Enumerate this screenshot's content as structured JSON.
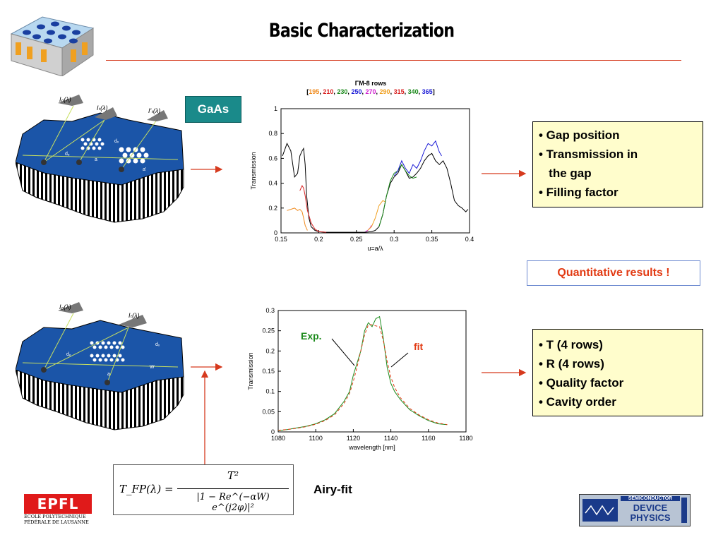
{
  "title": "Basic Characterization",
  "gaas_label": "GaAs",
  "top_schematic": {
    "labels": [
      "I₀(λ)",
      "Iₜ(λ)",
      "I'ₜ(λ)",
      "dₓ",
      "dₑ",
      "a",
      "a'"
    ]
  },
  "bottom_schematic": {
    "labels": [
      "I₀(λ)",
      "Iₜ(λ)",
      "dₓ",
      "dₑ",
      "a",
      "W"
    ]
  },
  "results_box_1": [
    "• Gap position",
    "• Transmission in",
    "   the gap",
    "• Filling factor"
  ],
  "results_box_2": [
    "• T (4 rows)",
    "• R (4 rows)",
    "• Quality factor",
    "• Cavity order"
  ],
  "quantitative_label": "Quantitative results !",
  "formula": {
    "lhs": "T_FP(λ) =",
    "numerator": "T²",
    "denominator": "|1 − Re^(−αW) e^(j2φ)|²"
  },
  "airy_label": "Airy-fit",
  "logos": {
    "left_lines": [
      "ÉCOLE POLYTECHNIQUE",
      "FÉDÉRALE DE LAUSANNE"
    ],
    "left_mark": "EPFL",
    "right_lines": [
      "SEMICONDUCTOR",
      "DEVICE",
      "PHYSICS"
    ]
  },
  "colors": {
    "accent_red": "#d63a1e",
    "gaas_teal": "#1a8a8a",
    "box_yellow": "#fffdcc",
    "quant_red": "#e23b14"
  },
  "chart_data": [
    {
      "type": "line",
      "title": "ΓM-8 rows",
      "subtitle_items": [
        {
          "text": "195",
          "color": "#f08a1c"
        },
        {
          "text": "210",
          "color": "#d82020"
        },
        {
          "text": "230",
          "color": "#1b8a1b"
        },
        {
          "text": "250",
          "color": "#1a1ad6"
        },
        {
          "text": "270",
          "color": "#d020d0"
        },
        {
          "text": "290",
          "color": "#f0a020"
        },
        {
          "text": "315",
          "color": "#d82020"
        },
        {
          "text": "340",
          "color": "#1b8a1b"
        },
        {
          "text": "365",
          "color": "#1a1ad6"
        }
      ],
      "xlabel": "u=a/λ",
      "ylabel": "Transmission",
      "xlim": [
        0.15,
        0.4
      ],
      "ylim": [
        0,
        1
      ],
      "xticks": [
        "0.15",
        "0.2",
        "0.25",
        "0.3",
        "0.35",
        "0.4"
      ],
      "yticks": [
        "0",
        "0.2",
        "0.4",
        "0.6",
        "0.8",
        "1"
      ],
      "series": [
        {
          "color": "#000000",
          "x": [
            0.152,
            0.158,
            0.163,
            0.168,
            0.172,
            0.175,
            0.178,
            0.18,
            0.182,
            0.184,
            0.187,
            0.19,
            0.195,
            0.2,
            0.21,
            0.22,
            0.23,
            0.24,
            0.25,
            0.26,
            0.27,
            0.275,
            0.28,
            0.285,
            0.29,
            0.295,
            0.3,
            0.305,
            0.31,
            0.315,
            0.32,
            0.325,
            0.33,
            0.335,
            0.34,
            0.345,
            0.35,
            0.355,
            0.36,
            0.365,
            0.37,
            0.375,
            0.38,
            0.385,
            0.39,
            0.395,
            0.398
          ],
          "y": [
            0.62,
            0.72,
            0.66,
            0.45,
            0.48,
            0.62,
            0.66,
            0.68,
            0.55,
            0.3,
            0.12,
            0.05,
            0.02,
            0.01,
            0.005,
            0.005,
            0.005,
            0.005,
            0.005,
            0.005,
            0.01,
            0.02,
            0.05,
            0.15,
            0.3,
            0.4,
            0.45,
            0.48,
            0.55,
            0.5,
            0.44,
            0.45,
            0.48,
            0.52,
            0.58,
            0.62,
            0.64,
            0.58,
            0.55,
            0.58,
            0.52,
            0.4,
            0.26,
            0.22,
            0.2,
            0.17,
            0.19
          ]
        },
        {
          "color": "#d82020",
          "x": [
            0.175,
            0.178,
            0.18,
            0.182,
            0.185,
            0.19,
            0.195,
            0.2,
            0.21
          ],
          "y": [
            0.34,
            0.38,
            0.36,
            0.3,
            0.18,
            0.08,
            0.03,
            0.01,
            0.005
          ]
        },
        {
          "color": "#f08a1c",
          "x": [
            0.158,
            0.163,
            0.168,
            0.172,
            0.175,
            0.178,
            0.18,
            0.182,
            0.185
          ],
          "y": [
            0.18,
            0.19,
            0.2,
            0.18,
            0.19,
            0.17,
            0.12,
            0.06,
            0.02
          ]
        },
        {
          "color": "#d020d0",
          "x": [
            0.262,
            0.265,
            0.268,
            0.27
          ],
          "y": [
            0.01,
            0.02,
            0.04,
            0.06
          ]
        },
        {
          "color": "#f0a020",
          "x": [
            0.265,
            0.27,
            0.275,
            0.28,
            0.285,
            0.288
          ],
          "y": [
            0.02,
            0.05,
            0.12,
            0.22,
            0.26,
            0.25
          ]
        },
        {
          "color": "#1b8a1b",
          "x": [
            0.28,
            0.285,
            0.29,
            0.295,
            0.3,
            0.305,
            0.31,
            0.315,
            0.32,
            0.325,
            0.33
          ],
          "y": [
            0.05,
            0.15,
            0.3,
            0.42,
            0.48,
            0.5,
            0.55,
            0.5,
            0.46,
            0.44,
            0.45
          ]
        },
        {
          "color": "#1a1ad6",
          "x": [
            0.3,
            0.305,
            0.31,
            0.315,
            0.32,
            0.325,
            0.33,
            0.335,
            0.34,
            0.345,
            0.35,
            0.355,
            0.36,
            0.363
          ],
          "y": [
            0.46,
            0.5,
            0.58,
            0.52,
            0.48,
            0.55,
            0.52,
            0.58,
            0.66,
            0.72,
            0.7,
            0.74,
            0.65,
            0.62
          ]
        }
      ]
    },
    {
      "type": "line",
      "xlabel": "wavelength [nm]",
      "ylabel": "Transmission",
      "xlim": [
        1080,
        1180
      ],
      "ylim": [
        0,
        0.3
      ],
      "xticks": [
        "1080",
        "1100",
        "1120",
        "1140",
        "1160",
        "1180"
      ],
      "yticks": [
        "0",
        "0.05",
        "0.1",
        "0.15",
        "0.2",
        "0.25",
        "0.3"
      ],
      "annotations": [
        {
          "text": "Exp.",
          "color": "#1b8a1b"
        },
        {
          "text": "fit",
          "color": "#e23b14"
        }
      ],
      "series": [
        {
          "name": "Exp.",
          "color": "#1b8a1b",
          "x": [
            1080,
            1085,
            1090,
            1095,
            1100,
            1105,
            1110,
            1115,
            1118,
            1120,
            1122,
            1124,
            1126,
            1128,
            1130,
            1132,
            1134,
            1136,
            1138,
            1140,
            1142,
            1145,
            1150,
            1155,
            1160,
            1165,
            1170
          ],
          "y": [
            0.003,
            0.006,
            0.01,
            0.014,
            0.02,
            0.03,
            0.045,
            0.075,
            0.1,
            0.14,
            0.17,
            0.2,
            0.25,
            0.27,
            0.26,
            0.28,
            0.285,
            0.23,
            0.16,
            0.12,
            0.1,
            0.08,
            0.055,
            0.04,
            0.028,
            0.02,
            0.018
          ]
        },
        {
          "name": "fit",
          "color": "#e23b14",
          "dashed": true,
          "x": [
            1080,
            1085,
            1090,
            1095,
            1100,
            1105,
            1110,
            1115,
            1118,
            1120,
            1122,
            1124,
            1126,
            1128,
            1130,
            1132,
            1134,
            1136,
            1138,
            1140,
            1142,
            1145,
            1150,
            1155,
            1160,
            1165,
            1170
          ],
          "y": [
            0.004,
            0.006,
            0.009,
            0.013,
            0.019,
            0.028,
            0.042,
            0.07,
            0.095,
            0.125,
            0.16,
            0.2,
            0.24,
            0.265,
            0.265,
            0.262,
            0.26,
            0.225,
            0.175,
            0.135,
            0.11,
            0.085,
            0.058,
            0.042,
            0.03,
            0.022,
            0.018
          ]
        }
      ]
    }
  ]
}
